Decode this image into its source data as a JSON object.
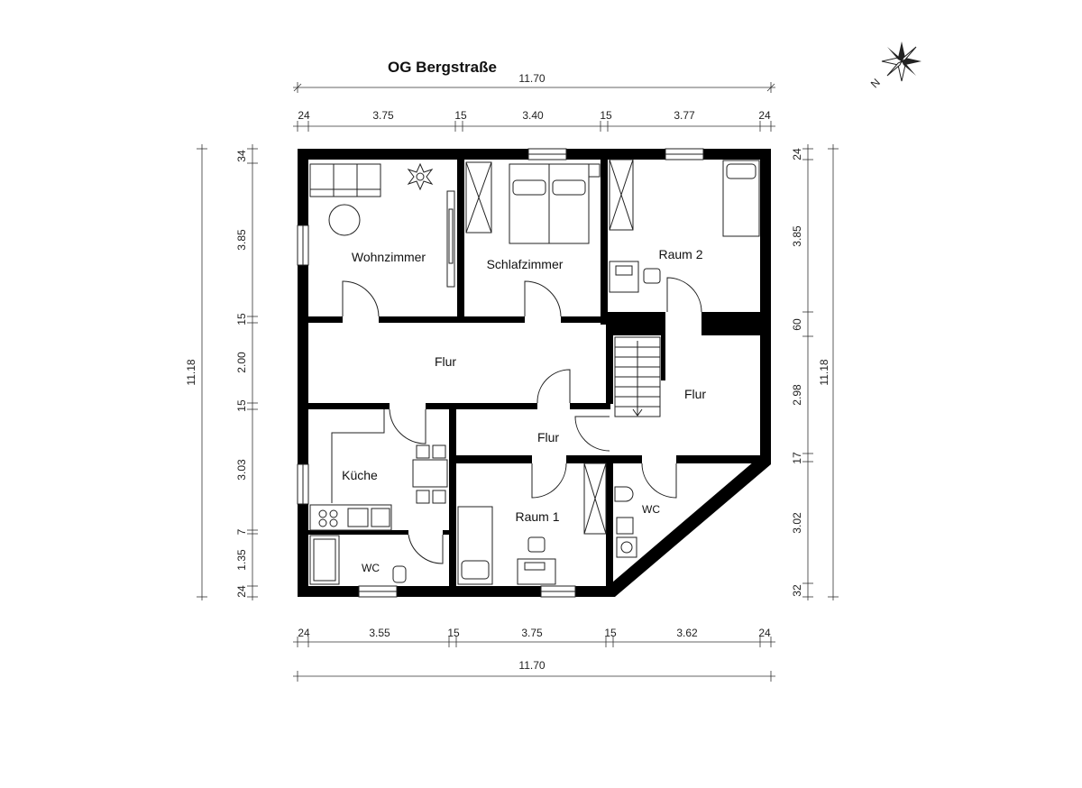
{
  "title": "OG Bergstraße",
  "dimensions": {
    "top_total": "11.70",
    "top": [
      "24",
      "3.75",
      "15",
      "3.40",
      "15",
      "3.77",
      "24"
    ],
    "bottom": [
      "24",
      "3.55",
      "15",
      "3.75",
      "15",
      "3.62",
      "24"
    ],
    "bottom_total": "11.70",
    "left": [
      "34",
      "3.85",
      "15",
      "2.00",
      "15",
      "3.03",
      "7",
      "1.35",
      "24"
    ],
    "left_total": "11.18",
    "right": [
      "24",
      "3.85",
      "60",
      "2.98",
      "17",
      "3.02",
      "32"
    ],
    "right_total": "11.18"
  },
  "rooms": {
    "wohnzimmer": "Wohnzimmer",
    "schlafzimmer": "Schlafzimmer",
    "raum2": "Raum 2",
    "flur_main": "Flur",
    "flur_right": "Flur",
    "flur_small": "Flur",
    "kueche": "Küche",
    "wc_left": "WC",
    "raum1": "Raum 1",
    "wc_right": "WC"
  },
  "compass": {
    "label": "N",
    "icon": "compass-rose-icon"
  }
}
